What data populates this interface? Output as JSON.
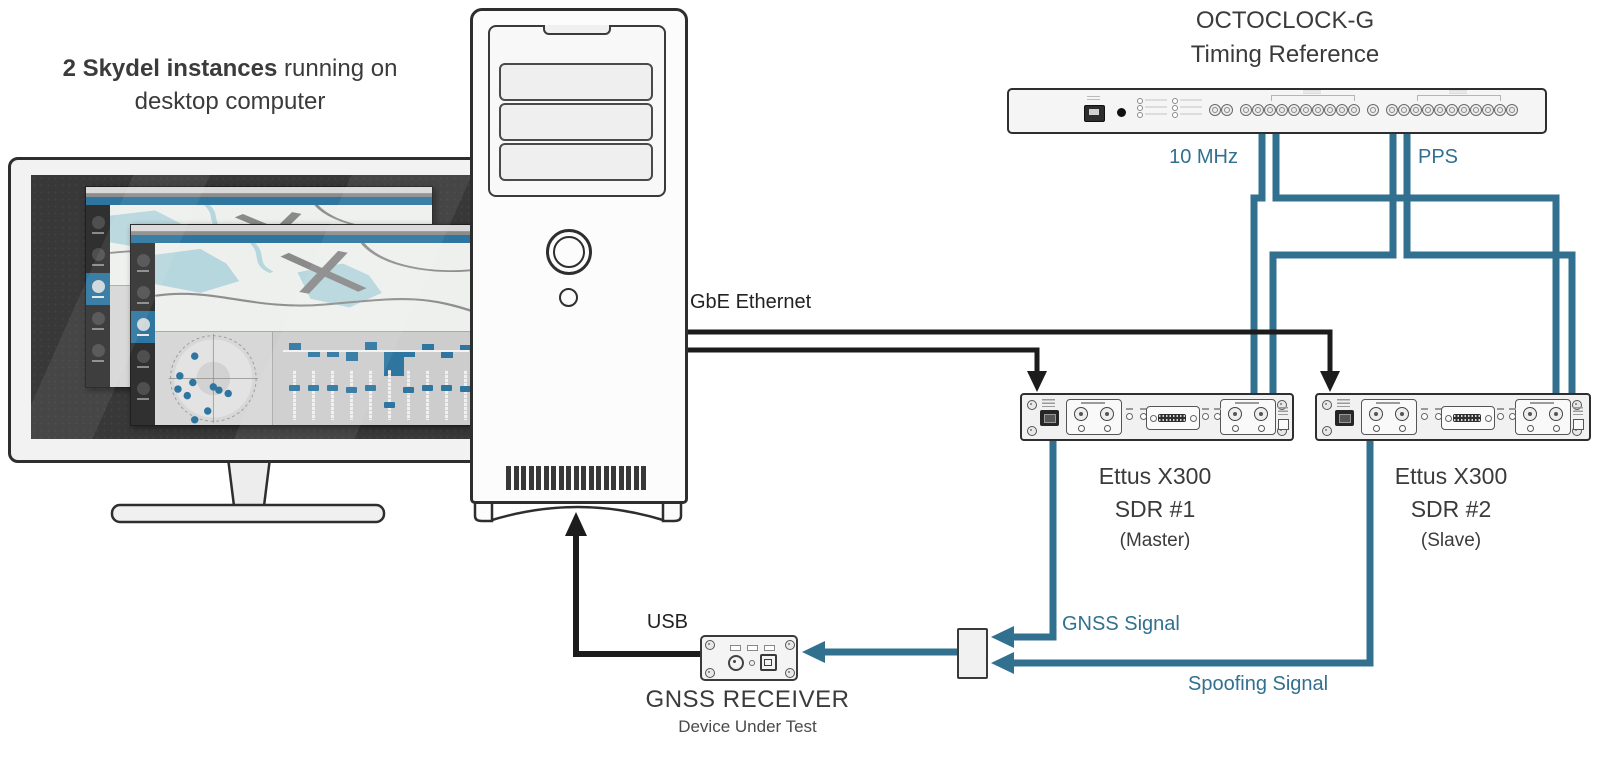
{
  "colors": {
    "cable_blue": "#31708f",
    "cable_black": "#1c1c1c",
    "ui_blue": "#2e76a0",
    "text_dark": "#3b3b3b"
  },
  "caption": {
    "bold": "2 Skydel instances",
    "regular": " running on",
    "line2": "desktop computer"
  },
  "octoclock": {
    "title_line1": "OCTOCLOCK-G",
    "title_line2": "Timing Reference"
  },
  "cable_labels": {
    "clock_10mhz": "10 MHz",
    "clock_pps": "PPS",
    "ethernet": "GbE Ethernet",
    "usb": "USB",
    "gnss_signal": "GNSS Signal",
    "spoofing_signal": "Spoofing Signal"
  },
  "sdr1": {
    "name": "Ettus X300",
    "model": "SDR #1",
    "role": "(Master)"
  },
  "sdr2": {
    "name": "Ettus X300",
    "model": "SDR #2",
    "role": "(Slave)"
  },
  "receiver": {
    "name": "GNSS RECEIVER",
    "subtitle": "Device Under Test"
  },
  "skydel_ui": {
    "sidebar_items": 5,
    "active_item": 2,
    "satellites_back": [
      [
        32,
        20
      ],
      [
        15,
        38
      ],
      [
        30,
        45
      ],
      [
        52,
        50
      ],
      [
        58,
        54
      ],
      [
        68,
        57
      ],
      [
        24,
        60
      ],
      [
        46,
        73
      ],
      [
        20,
        50
      ]
    ],
    "satellites_front": [
      [
        30,
        22
      ],
      [
        14,
        40
      ],
      [
        28,
        46
      ],
      [
        50,
        50
      ],
      [
        56,
        53
      ],
      [
        66,
        56
      ],
      [
        22,
        58
      ],
      [
        44,
        72
      ],
      [
        30,
        80
      ],
      [
        12,
        52
      ]
    ],
    "level_bars": [
      {
        "dir": "up",
        "h": 7
      },
      {
        "dir": "down",
        "h": 5
      },
      {
        "dir": "down",
        "h": 5
      },
      {
        "dir": "down",
        "h": 9
      },
      {
        "dir": "up",
        "h": 8
      },
      {
        "dir": "down",
        "h": 24,
        "w": 20
      },
      {
        "dir": "down",
        "h": 5
      },
      {
        "dir": "up",
        "h": 6
      },
      {
        "dir": "down",
        "h": 6
      },
      {
        "dir": "up",
        "h": 5
      }
    ],
    "sliders": [
      30,
      30,
      30,
      33,
      30,
      63,
      34,
      30,
      30,
      32
    ]
  }
}
